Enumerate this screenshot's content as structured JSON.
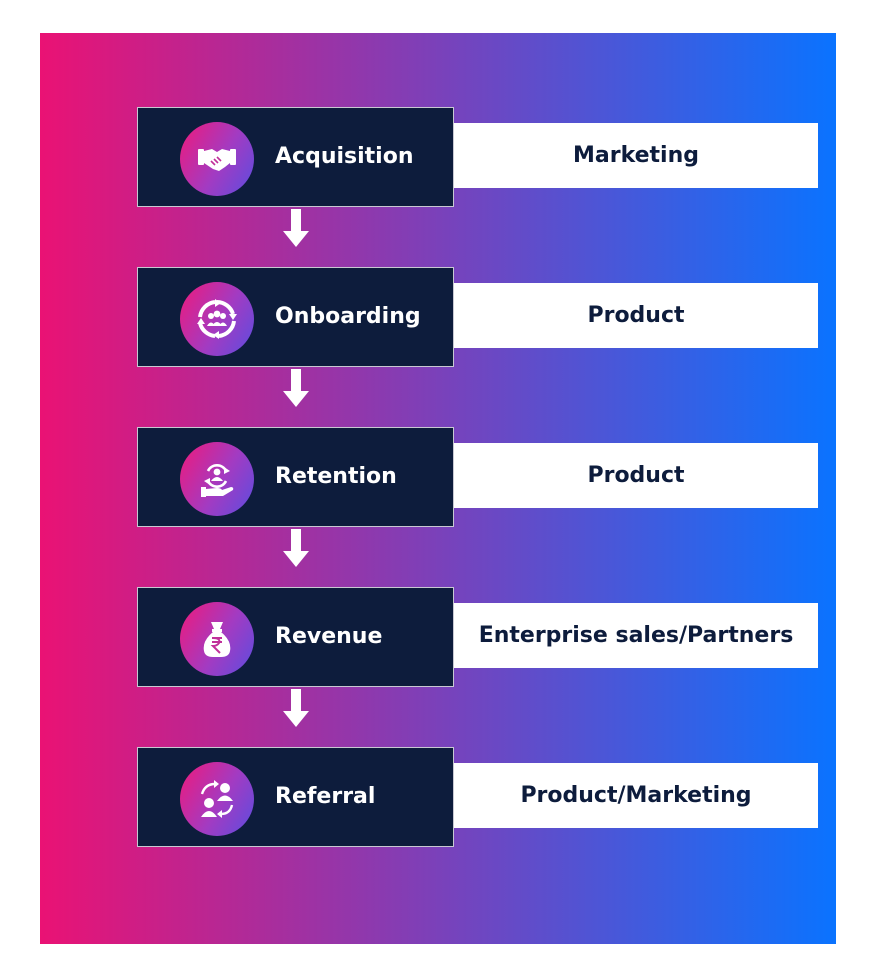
{
  "stages": [
    {
      "label": "Acquisition",
      "owner": "Marketing",
      "icon": "handshake-icon"
    },
    {
      "label": "Onboarding",
      "owner": "Product",
      "icon": "team-cycle-icon"
    },
    {
      "label": "Retention",
      "owner": "Product",
      "icon": "user-retention-hand-icon"
    },
    {
      "label": "Revenue",
      "owner": "Enterprise sales/Partners",
      "icon": "rupee-money-bag-icon"
    },
    {
      "label": "Referral",
      "owner": "Product/Marketing",
      "icon": "user-referral-icon"
    }
  ],
  "colors": {
    "gradient_start": "#ea1274",
    "gradient_mid": "#7f3fb7",
    "gradient_end": "#0a73ff",
    "stage_box": "#0d1c3c",
    "owner_box": "#ffffff"
  }
}
